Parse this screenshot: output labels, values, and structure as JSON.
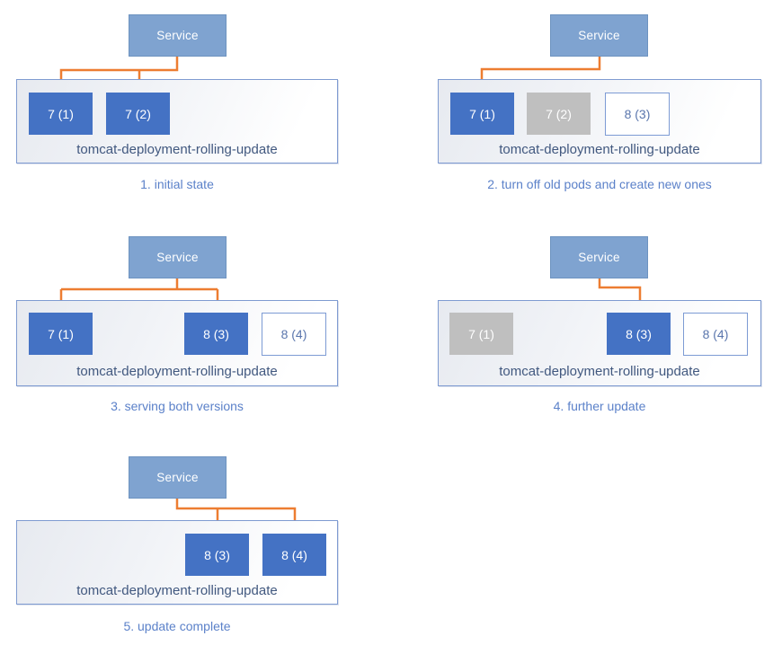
{
  "colors": {
    "service-fill": "#7fa3d0",
    "service-border": "#6d93c0",
    "service-text": "#ffffff",
    "pod-active-fill": "#4472c4",
    "pod-active-text": "#ffffff",
    "pod-stopped-fill": "#bfbfbf",
    "pod-stopped-text": "#ffffff",
    "pod-new-fill": "#ffffff",
    "pod-new-border": "#7d9bd4",
    "pod-new-text": "#5a76ad",
    "arrow": "#ed7d31",
    "container-border": "#7f9bd1",
    "container-fill-start": "#e7eaf0",
    "container-fill-end": "#ffffff",
    "deployment-label-text": "#41587f",
    "caption-text": "#5b81c9"
  },
  "service_label": "Service",
  "deployment_label": "tomcat-deployment-rolling-update",
  "panels": [
    {
      "caption": "1. initial state",
      "pods": [
        {
          "label": "7 (1)",
          "state": "active"
        },
        {
          "label": "7 (2)",
          "state": "active"
        }
      ]
    },
    {
      "caption": "2. turn off old pods and create new ones",
      "pods": [
        {
          "label": "7 (1)",
          "state": "active"
        },
        {
          "label": "7 (2)",
          "state": "stopped"
        },
        {
          "label": "8 (3)",
          "state": "new"
        }
      ]
    },
    {
      "caption": "3. serving both versions",
      "pods": [
        {
          "label": "7 (1)",
          "state": "active"
        },
        {
          "label": "8 (3)",
          "state": "active"
        },
        {
          "label": "8 (4)",
          "state": "new"
        }
      ]
    },
    {
      "caption": "4. further update",
      "pods": [
        {
          "label": "7 (1)",
          "state": "stopped"
        },
        {
          "label": "8 (3)",
          "state": "active"
        },
        {
          "label": "8 (4)",
          "state": "new"
        }
      ]
    },
    {
      "caption": "5. update complete",
      "pods": [
        {
          "label": "8 (3)",
          "state": "active"
        },
        {
          "label": "8 (4)",
          "state": "active"
        }
      ]
    }
  ]
}
